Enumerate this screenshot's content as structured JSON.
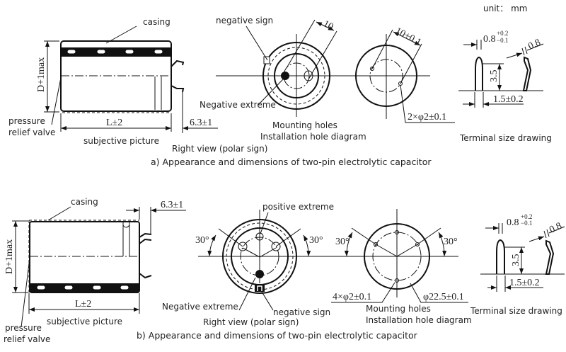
{
  "unit": "unit： mm",
  "part_a": {
    "casing": "casing",
    "dim_d": "D+1max",
    "dim_l": "L±2",
    "dim_63": "6.3±1",
    "pressure1": "pressure",
    "pressure2": "relief valve",
    "subjective": "subjective picture",
    "right_view": "Right view (polar sign)",
    "negative_sign": "negative sign",
    "negative_extreme": "Negative extreme",
    "dim_10": "10",
    "dim_10_01": "10±0.1",
    "holes_dim": "2×φ2±0.1",
    "mounting1": "Mounting holes",
    "mounting2": "Installation hole diagram",
    "term_08": "0.8",
    "tol_up": "+0.2",
    "tol_dn": "−0.1",
    "term_08b": "0.8",
    "term_35": "3.5",
    "term_15": "1.5±0.2",
    "terminal": "Terminal size drawing",
    "caption": "a) Appearance and dimensions of two-pin electrolytic capacitor"
  },
  "part_b": {
    "casing": "casing",
    "dim_d": "D+1max",
    "dim_l": "L±2",
    "dim_63": "6.3±1",
    "pressure1": "pressure",
    "pressure2": "relief valve",
    "subjective": "subjective picture",
    "positive_extreme": "positive extreme",
    "negative_extreme": "Negative extreme",
    "negative_sign": "negative sign",
    "right_view": "Right view (polar sign)",
    "angle": "30°",
    "holes_dim": "4×φ2±0.1",
    "pcd_dim": "φ22.5±0.1",
    "mounting1": "Mounting holes",
    "mounting2": "Installation hole diagram",
    "term_08": "0.8",
    "tol_up": "+0.2",
    "tol_dn": "−0.1",
    "term_08b": "0.8",
    "term_35": "3.5",
    "term_15": "1.5±0.2",
    "terminal": "Terminal size drawing",
    "caption": "b) Appearance and dimensions of two-pin electrolytic capacitor"
  }
}
